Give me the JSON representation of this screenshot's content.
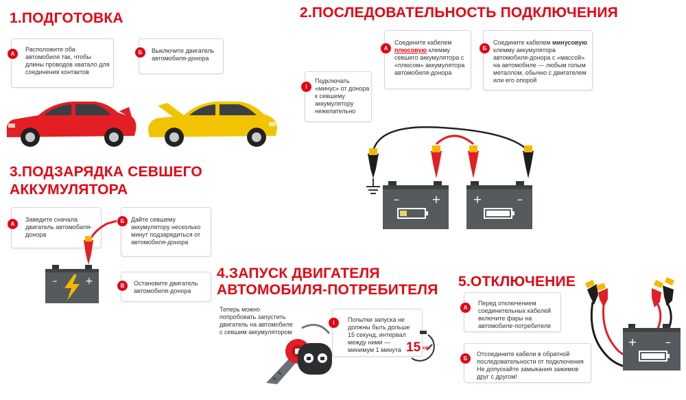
{
  "section1": {
    "title": "1.ПОДГОТОВКА",
    "card_a": {
      "badge": "А",
      "text": "Расположите оба автомобиля так, чтобы длины проводов хватало для соединения контактов"
    },
    "card_b": {
      "badge": "Б",
      "text": "Выключите двигатель автомобиля-донора"
    }
  },
  "section2": {
    "title": "2.ПОСЛЕДОВАТЕЛЬНОСТЬ ПОДКЛЮЧЕНИЯ",
    "info": {
      "badge": "i",
      "text": "Подключать «минус» от донора к севшему аккумулятору нежелательно"
    },
    "card_a": {
      "badge": "А",
      "text_before": "Соедините кабелем",
      "highlight": "плюсовую",
      "text_after": "клемму севшего аккумулятора с «плюсом» аккумулятора автомобиля-донора"
    },
    "card_b": {
      "badge": "Б",
      "text_before": "Соедините кабелем",
      "highlight": "минусовую",
      "text_after": "клемму аккумулятора автомобиля-донора с «массой» на автомобиле — любым голым металлом, обычно с двигателем или его опорой"
    }
  },
  "section3": {
    "title_line1": "3.ПОДЗАРЯДКА СЕВШЕГО",
    "title_line2": "АККУМУЛЯТОРА",
    "card_a": {
      "badge": "А",
      "text": "Заведите сначала двигатель автомобиля-донора"
    },
    "card_b": {
      "badge": "Б",
      "text": "Дайте севшему аккумулятору несколько минут подзарядиться от автомобиля-донора"
    },
    "card_c": {
      "badge": "В",
      "text": "Остановите двигатель автомобиля-донора"
    }
  },
  "section4": {
    "title_line1": "4.ЗАПУСК ДВИГАТЕЛЯ",
    "title_line2": "АВТОМОБИЛЯ-ПОТРЕБИТЕЛЯ",
    "text": "Теперь можно попробовать запустить двигатель на автомобиле с севшим аккумулятором",
    "info": {
      "badge": "i",
      "text": "Попытки запуска не должны быть дольше 15 секунд, интервал между ними — минимум 1 минута"
    },
    "timer_value": "15",
    "timer_unit": "сек"
  },
  "section5": {
    "title": "5.ОТКЛЮЧЕНИЕ",
    "card_a": {
      "badge": "А",
      "text": "Перед отключением соединительных кабелей включите фары на автомобиле-потребителе"
    },
    "card_b": {
      "badge": "Б",
      "text": "Отсоедините кабели в обратной последовательности от подключения Не допускайте замыкания зажимов друг с другом!"
    }
  },
  "colors": {
    "accent": "#e30613",
    "red_car": "#e31e24",
    "yellow_car": "#f2c400",
    "battery": "#555a5d"
  },
  "icons": [
    "red-car-icon",
    "yellow-car-icon",
    "battery-icon",
    "jumper-clamp-icon",
    "car-key-icon",
    "timer-icon",
    "ground-symbol-icon",
    "lightning-icon"
  ]
}
